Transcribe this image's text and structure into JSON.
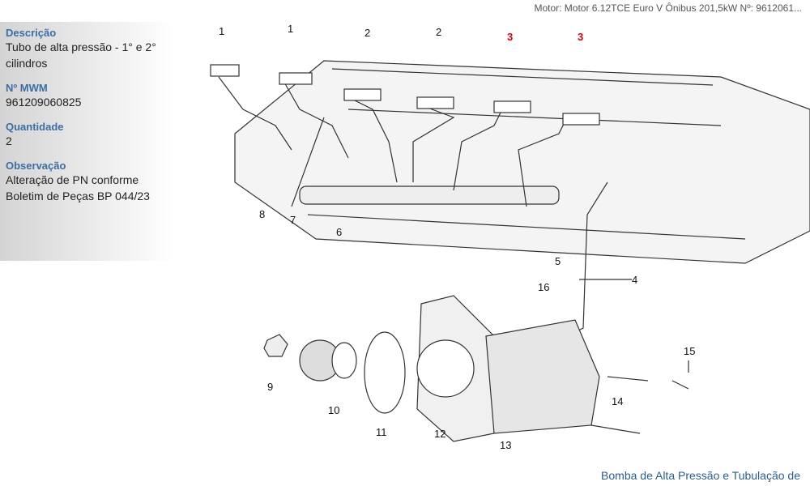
{
  "header": {
    "text": "Motor: Motor 6.12TCE Euro V Ônibus 201,5kW   Nº: 9612061..."
  },
  "details": {
    "descricao_label": "Descrição",
    "descricao": "Tubo de alta pressão - 1° e 2° cilindros",
    "mwm_label": "Nº MWM",
    "mwm": "961209060825",
    "quantidade_label": "Quantidade",
    "quantidade": "2",
    "observacao_label": "Observação",
    "observacao": "Alteração de PN conforme Boletim de Peças BP 044/23"
  },
  "callouts": [
    "1",
    "1",
    "2",
    "2",
    "3",
    "3",
    "4",
    "5",
    "6",
    "7",
    "8",
    "9",
    "10",
    "11",
    "12",
    "13",
    "14",
    "15",
    "16"
  ],
  "colors": {
    "highlight": "#dd0000",
    "label": "#3a6ea5"
  },
  "footer": {
    "link": "Bomba de Alta Pressão e Tubulação de"
  }
}
